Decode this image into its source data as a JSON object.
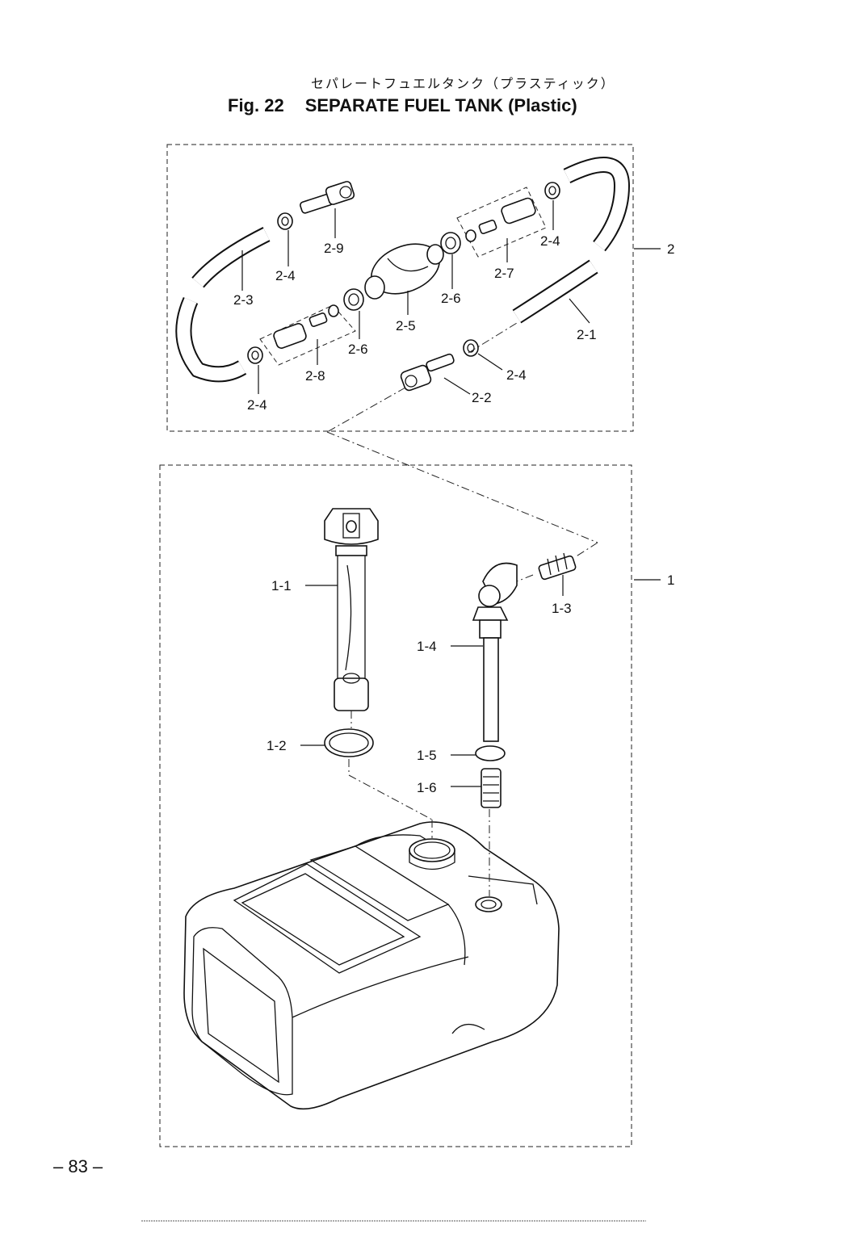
{
  "header": {
    "jp_title": "セパレートフュエルタンク（プラスティック）",
    "fig_number": "Fig. 22",
    "title": "SEPARATE FUEL TANK (Plastic)"
  },
  "labels": {
    "p2": "2",
    "p2_1": "2-1",
    "p2_2": "2-2",
    "p2_3": "2-3",
    "p2_4a": "2-4",
    "p2_4b": "2-4",
    "p2_4c": "2-4",
    "p2_4d": "2-4",
    "p2_5": "2-5",
    "p2_6a": "2-6",
    "p2_6b": "2-6",
    "p2_7": "2-7",
    "p2_8": "2-8",
    "p2_9": "2-9",
    "p1": "1",
    "p1_1": "1-1",
    "p1_2": "1-2",
    "p1_3": "1-3",
    "p1_4": "1-4",
    "p1_5": "1-5",
    "p1_6": "1-6"
  },
  "footer": {
    "page_number": "– 83 –"
  }
}
